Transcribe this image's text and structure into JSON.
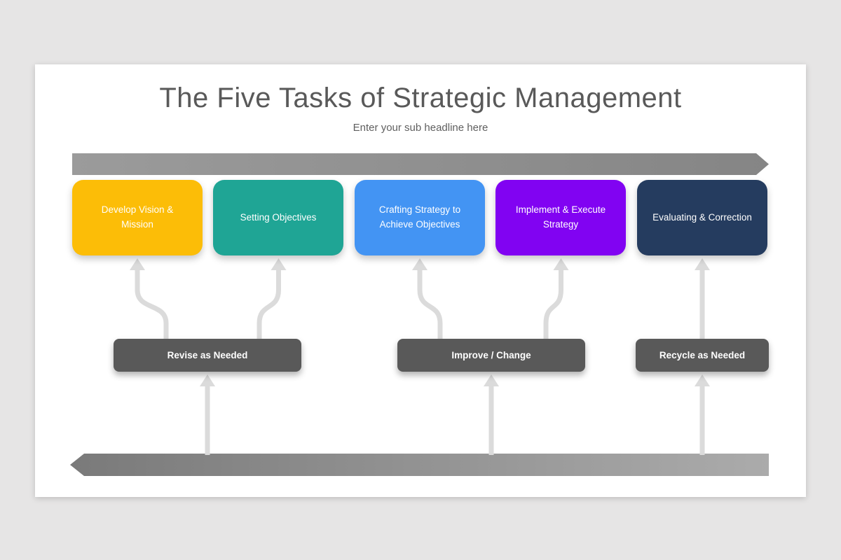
{
  "slide": {
    "title": "The Five Tasks of Strategic Management",
    "subtitle": "Enter your sub headline here"
  },
  "tasks": [
    {
      "label": "Develop Vision & Mission",
      "color": "#FCBD07"
    },
    {
      "label": "Setting Objectives",
      "color": "#1FA595"
    },
    {
      "label": "Crafting Strategy to Achieve Objectives",
      "color": "#4394F3"
    },
    {
      "label": "Implement & Execute Strategy",
      "color": "#8103F2"
    },
    {
      "label": "Evaluating & Correction",
      "color": "#253C5F"
    }
  ],
  "notes": [
    {
      "label": "Revise as Needed"
    },
    {
      "label": "Improve / Change"
    },
    {
      "label": "Recycle as Needed"
    }
  ],
  "colors": {
    "page_background": "#E6E5E5",
    "slide_background": "#FFFFFF",
    "title_text": "#595959",
    "task_text": "#FFFFFF",
    "note_background": "#595959",
    "note_text": "#FFFFFF",
    "connector": "#DBDBDB",
    "top_bar_start": "#9B9B9B",
    "top_bar_end": "#858585",
    "bottom_bar_start": "#7A7A7A",
    "bottom_bar_end": "#ABABAB"
  }
}
